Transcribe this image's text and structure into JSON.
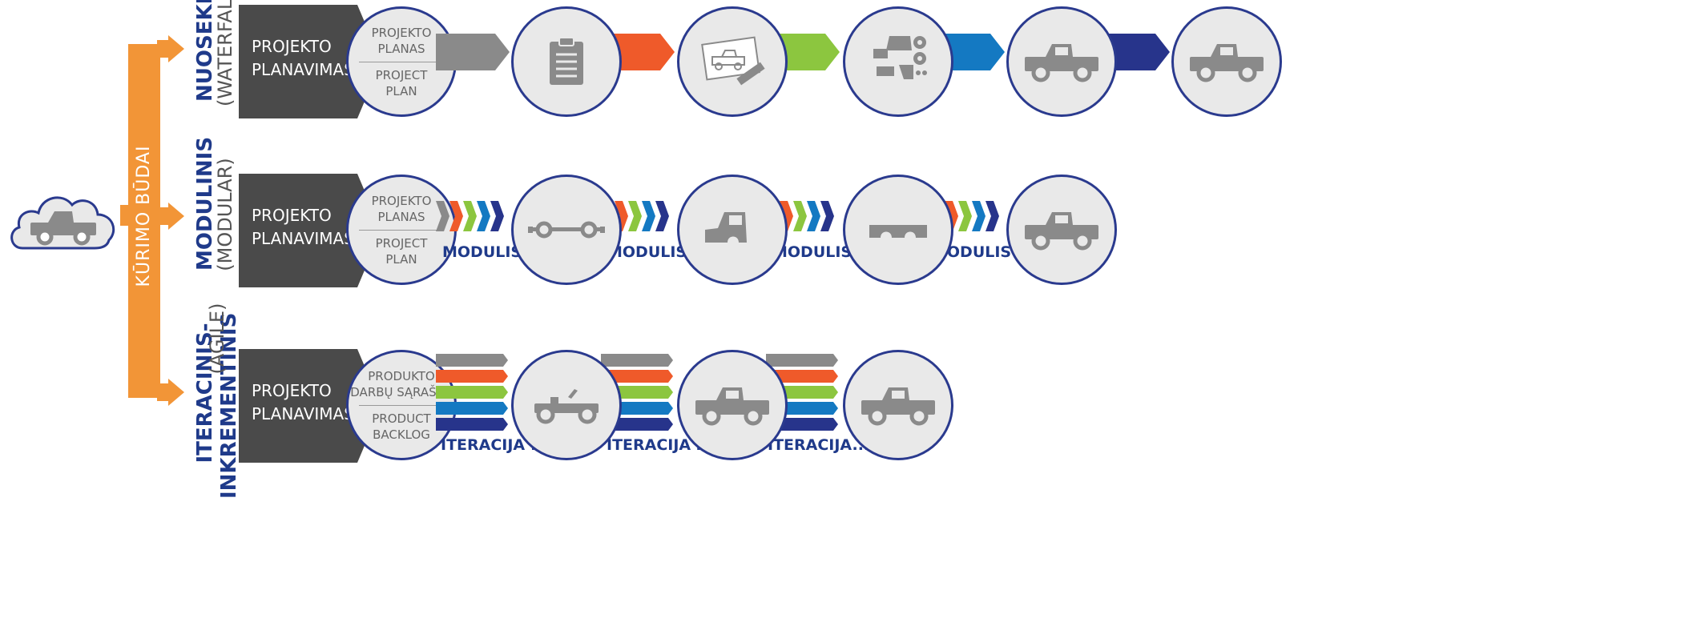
{
  "colors": {
    "navy": "#1f3a8a",
    "orange": "#f29537",
    "dark_box": "#4a4a4a",
    "circle_bg": "#e9e9e9",
    "gray_step": "#8a8a8a",
    "red_step": "#ef5a2a",
    "green_step": "#8cc63f",
    "blue_step": "#1479c2",
    "dark_blue_step": "#27348b"
  },
  "branch_label": "KŪRIMO BŪDAI",
  "waterfall": {
    "title": "NUOSEKLUSIS",
    "subtitle": "(WATERFALL)",
    "plan_box": [
      "PROJEKTO",
      "PLANAVIMAS"
    ],
    "circle_top": [
      "PROJEKTO",
      "PLANAS"
    ],
    "circle_bottom": [
      "PROJECT",
      "PLAN"
    ],
    "stage_icons": [
      "clipboard-icon",
      "blueprint-icon",
      "parts-icon",
      "truck-icon",
      "truck-icon"
    ]
  },
  "modular": {
    "title": "MODULINIS",
    "subtitle": "(MODULAR)",
    "plan_box": [
      "PROJEKTO",
      "PLANAVIMAS"
    ],
    "circle_top": [
      "PROJEKTO",
      "PLANAS"
    ],
    "circle_bottom": [
      "PROJECT",
      "PLAN"
    ],
    "modules": [
      "MODULIS 1",
      "MODULIS 2",
      "MODULIS 3",
      "MODULIS ...n"
    ],
    "stage_icons": [
      "chassis-icon",
      "cab-icon",
      "fender-icon",
      "truck-icon"
    ]
  },
  "agile": {
    "title_line1": "ITERACINIS-",
    "title_line2": "INKREMENTINIS",
    "subtitle": "(AGILE)",
    "plan_box": [
      "PROJEKTO",
      "PLANAVIMAS"
    ],
    "circle_top": [
      "PRODUKTO",
      "DARBŲ SĄRAŠAS"
    ],
    "circle_bottom": [
      "PRODUCT",
      "BACKLOG"
    ],
    "iterations": [
      "ITERACIJA 1",
      "ITERACIJA 2",
      "ITERACIJA...n"
    ],
    "stage_icons": [
      "buggy-icon",
      "truck-icon",
      "truck-icon"
    ]
  }
}
